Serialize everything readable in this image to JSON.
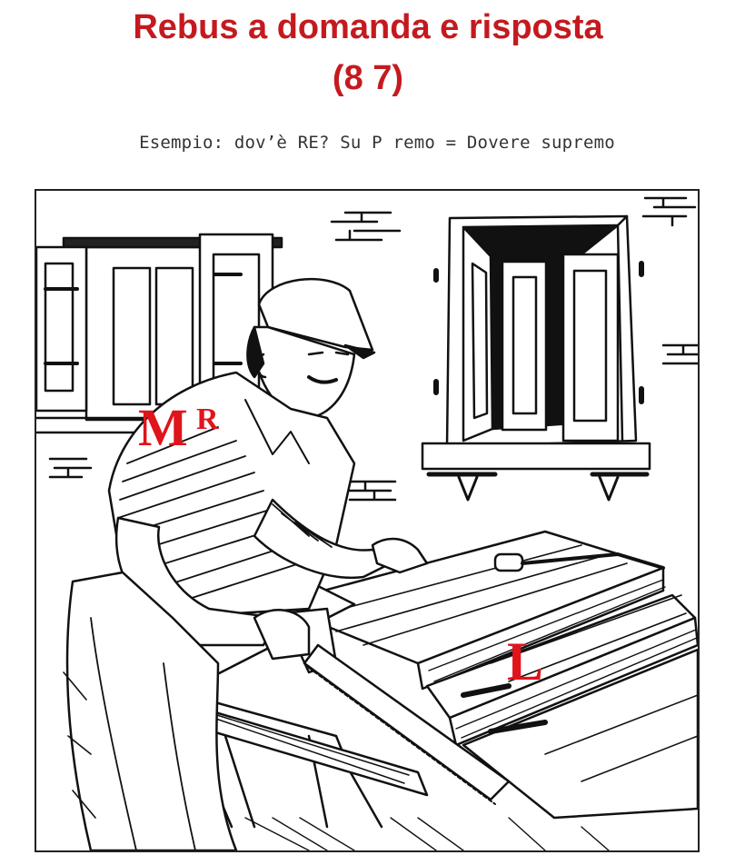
{
  "header": {
    "title_line1": "Rebus a domanda e risposta",
    "title_line2": "(8 7)"
  },
  "example": {
    "text": "Esempio: dov’è RE? Su P remo = Dovere supremo"
  },
  "puzzle": {
    "letters": {
      "shirt_main": "M",
      "shirt_super": "R",
      "plank": "L"
    },
    "letter_color": "#e0141b"
  },
  "colors": {
    "title": "#c41a1f",
    "example_text": "#333333",
    "line_art": "#111111"
  }
}
